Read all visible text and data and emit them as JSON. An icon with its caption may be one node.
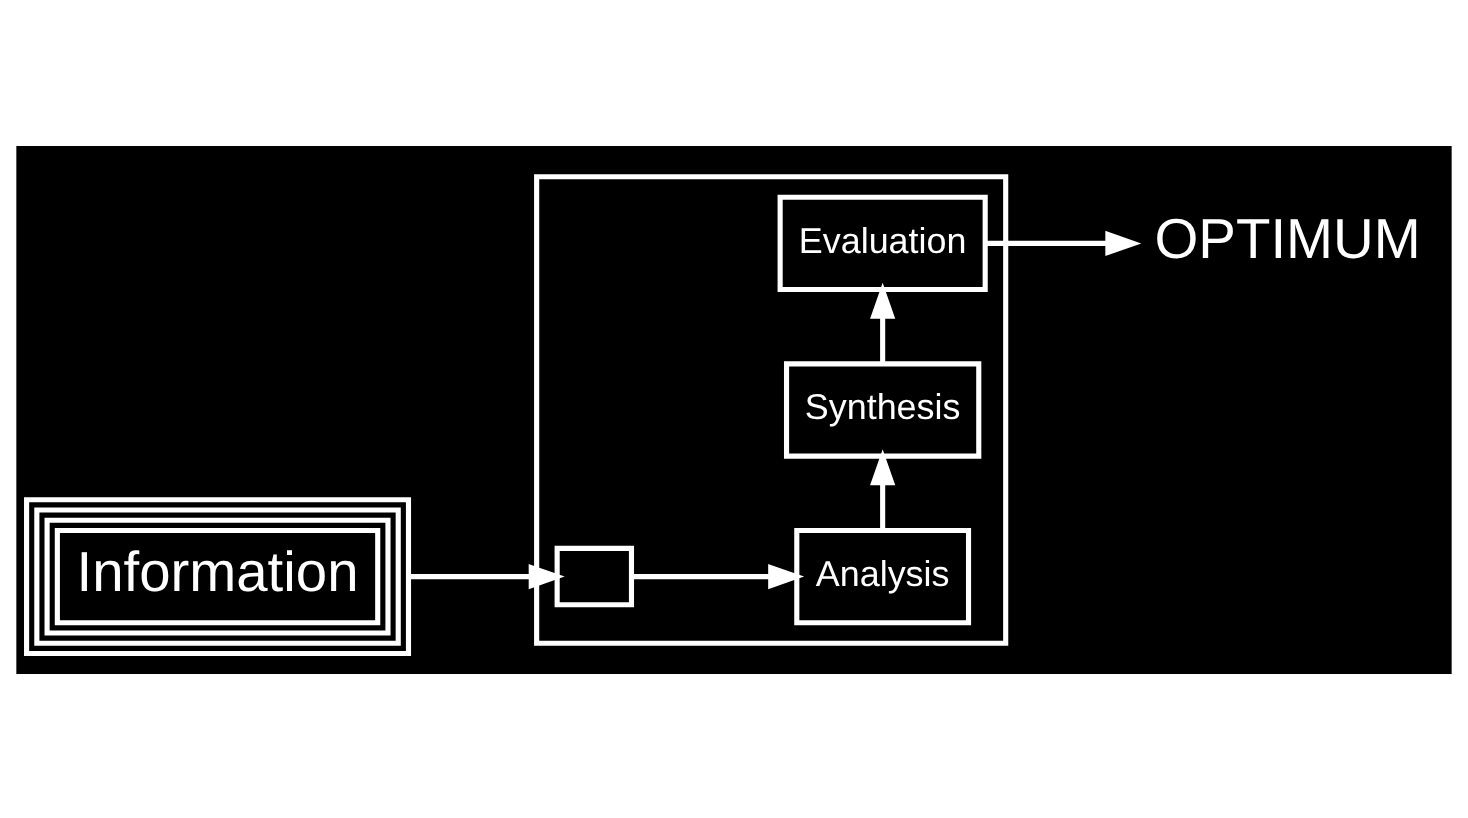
{
  "diagram": {
    "nodes": [
      {
        "text": [],
        "shape": "box"
      },
      {
        "text": [
          "Analysis"
        ],
        "in": 0
      },
      {
        "text": [
          "Synthesis"
        ],
        "in": 0
      },
      {
        "text": [
          "Evaluation"
        ],
        "in": 0
      },
      {
        "text": [],
        "shape": "box",
        "in": 0
      },
      {
        "text": [
          "Information"
        ]
      },
      {
        "text": [
          "OPTIMUM"
        ]
      }
    ],
    "edges": [
      {
        "from": 5,
        "to": 4,
        "arrow": "to"
      },
      {
        "from": 4,
        "to": 1,
        "arrow": "to"
      },
      {
        "from": 1,
        "to": 2,
        "arrow": "to"
      },
      {
        "from": 2,
        "to": 3,
        "arrow": "to"
      },
      {
        "from": 3,
        "to": 6,
        "arrow": "to"
      }
    ]
  }
}
